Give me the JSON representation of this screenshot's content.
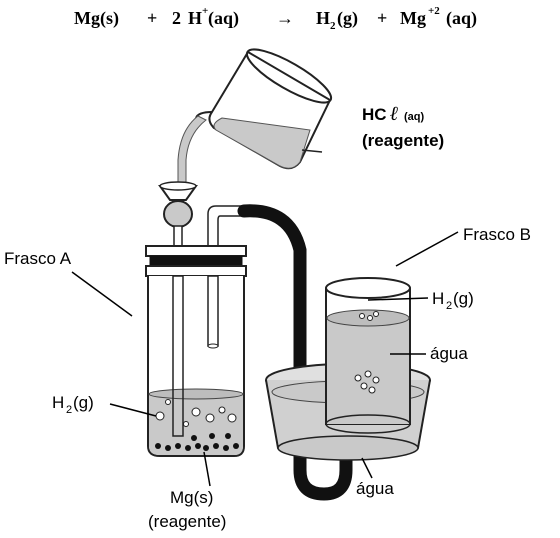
{
  "equation": {
    "reactant1": "Mg(s)",
    "plus1": "+",
    "coef": "2",
    "hydrogen_ion": "H",
    "hydrogen_charge": "+",
    "hydrogen_state": "(aq)",
    "arrow": "→",
    "product1_element": "H",
    "product1_sub": "2",
    "product1_state": "(g)",
    "plus2": "+",
    "product2_element": "Mg",
    "product2_charge": "+2",
    "product2_state": "(aq)"
  },
  "labels": {
    "hcl_main": "HC",
    "hcl_ell": "ℓ",
    "hcl_state": "(aq)",
    "hcl_role": "(reagente)",
    "frasco_a": "Frasco A",
    "frasco_b": "Frasco B",
    "h2_b_elem": "H",
    "h2_b_sub": "2",
    "h2_b_state": "(g)",
    "agua_b": "água",
    "h2_a_elem": "H",
    "h2_a_sub": "2",
    "h2_a_state": "(g)",
    "mg_label": "Mg(s)",
    "mg_role": "(reagente)",
    "agua_bottom": "água"
  },
  "colors": {
    "liquid": "#c9c9c9",
    "liquid_dark": "#b5b5b5",
    "tube": "#111111",
    "outline": "#222222",
    "glass": "#ffffff"
  }
}
